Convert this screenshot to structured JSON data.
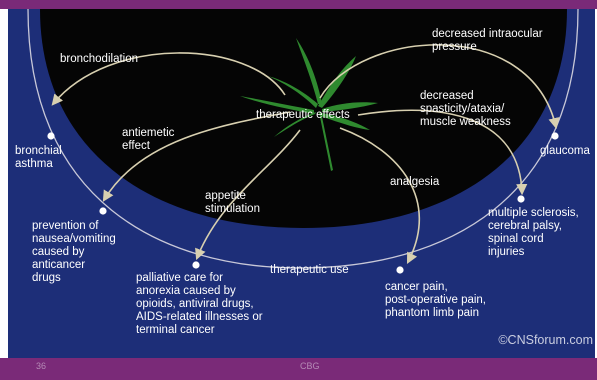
{
  "labels": {
    "center": "therapeutic effects",
    "bronchodilation": "bronchodilation",
    "antiemetic": "antiemetic\neffect",
    "appetite": "appetite\nstimulation",
    "analgesia": "analgesia",
    "intraocular": "decreased intraocular\npressure",
    "spasticity": "decreased\nspasticity/ataxia/\nmuscle weakness",
    "arc": "therapeutic use"
  },
  "uses": {
    "asthma": "bronchial\nasthma",
    "nausea": "prevention of\nnausea/vomiting\ncaused by\nanticancer\ndrugs",
    "palliative": "palliative care for\nanorexia caused by\nopioids, antiviral drugs,\nAIDS-related illnesses or\nterminal cancer",
    "pain": "cancer pain,\npost-operative pain,\nphantom limb pain",
    "ms": "multiple sclerosis,\ncerebral palsy,\nspinal cord\ninjuries",
    "glaucoma": "glaucoma"
  },
  "credit": "©CNSforum.com",
  "footer": {
    "page": "36",
    "mark": "CBG"
  },
  "colors": {
    "background": "#1d2e78",
    "dome": "#050505",
    "leaf": "#2f8a2f",
    "arrow": "#d8d0b0",
    "frame": "#7a2a78"
  }
}
